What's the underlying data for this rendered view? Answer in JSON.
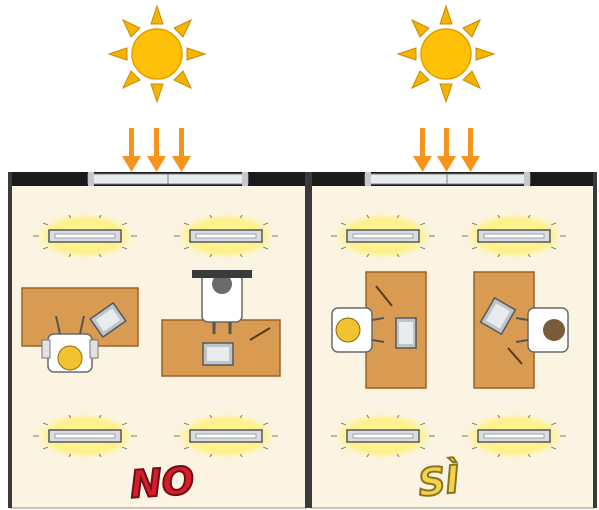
{
  "panels": [
    {
      "id": "left",
      "label": "NO",
      "label_color": "#d81c2a",
      "label_outline": "#6a0f16"
    },
    {
      "id": "right",
      "label": "SÌ",
      "label_color": "#f3d34a",
      "label_outline": "#8a7320"
    }
  ],
  "colors": {
    "sun": "#ffc107",
    "sun_rays": "#f5b400",
    "arrow": "#f7941d",
    "wall": "#1a1a1a",
    "floor": "#fbf4e2",
    "desk": "#d99a52",
    "desk_edge": "#9a6228",
    "light_glow": "#fff07a",
    "light_fixture": "#d9dde2"
  },
  "icons": [
    "sun-icon",
    "light-arrow-icon",
    "ceiling-light-icon",
    "desk-icon",
    "person-icon",
    "monitor-icon"
  ]
}
